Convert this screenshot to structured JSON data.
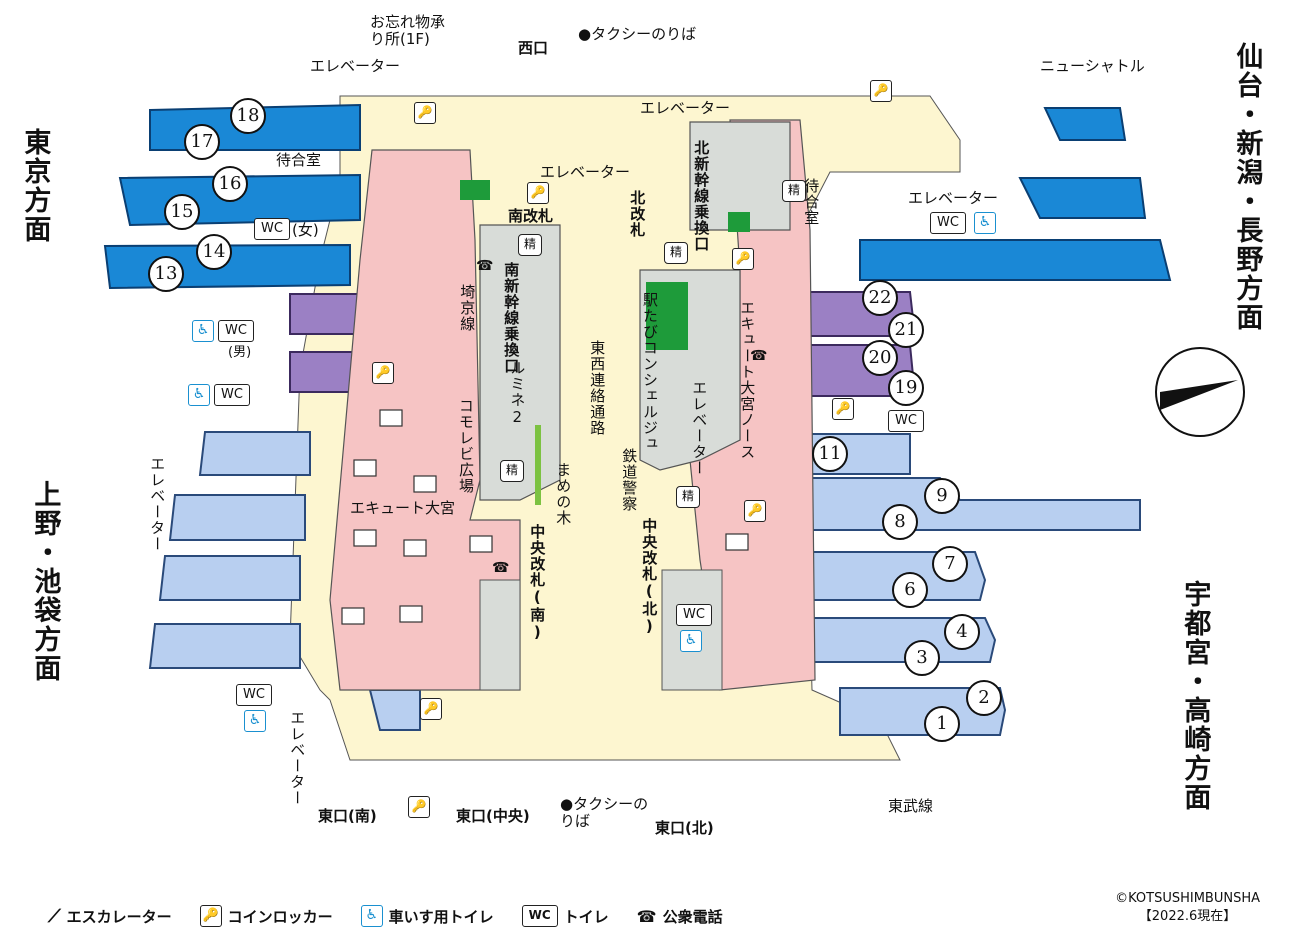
{
  "directions": {
    "tokyo": "東京方面",
    "ueno": "上野・池袋方面",
    "sendai": "仙台・新潟・長野方面",
    "utsunomiya": "宇都宮・高崎方面"
  },
  "exits": {
    "west": "西口",
    "east_south": "東口(南)",
    "east_center": "東口(中央)",
    "east_north": "東口(北)"
  },
  "places": {
    "taxi_west": "●タクシーのりば",
    "taxi_east": "●タクシーのりば",
    "lost_found": "お忘れ物承り所(1F)",
    "new_shuttle": "ニューシャトル",
    "waiting_room_w": "待合室",
    "waiting_room_e": "待合室",
    "wc_female": "(女)",
    "wc_male": "(男)",
    "south_gate": "南改札",
    "south_shinkansen": "南新幹線乗換口",
    "north_shinkansen": "北新幹線乗換口",
    "north_gate": "北改札",
    "saikyo": "埼京線",
    "lumine": "ルミネ2",
    "komorebi": "コモレビ広場",
    "ekiyute_omiya": "エキュート大宮",
    "ekiyute_north": "エキュート大宮ノース",
    "concierge": "駅たびコンシェルジュ",
    "east_west_passage": "東西連絡通路",
    "mame_tree": "まめの木",
    "central_gate_s": "中央改札(南)",
    "central_gate_n": "中央改札(北)",
    "police": "鉄道警察",
    "tobu": "東武線",
    "elevator": "エレベーター"
  },
  "platforms": {
    "left_upper": [
      "18",
      "17",
      "16",
      "15",
      "14",
      "13"
    ],
    "left_lower": [],
    "right_upper": [
      "22",
      "21",
      "20",
      "19"
    ],
    "right_lower": [
      "11",
      "9",
      "8",
      "7",
      "6",
      "4",
      "3",
      "2",
      "1"
    ]
  },
  "legend": {
    "escalator": "エスカレーター",
    "locker": "コインロッカー",
    "accessible_toilet": "車いす用トイレ",
    "toilet": "トイレ",
    "phone": "公衆電話"
  },
  "icons": {
    "wc": "WC",
    "accessible": "♿",
    "locker": "🔑",
    "seisan": "精",
    "phone": "☎"
  },
  "copyright": "©KOTSUSHIMBUNSHA",
  "date": "【2022.6現在】",
  "colors": {
    "shinkansen_track": "#1a88d6",
    "conventional_track": "#b8cff0",
    "saikyo_track": "#9b80c4",
    "concourse": "#fdf6d0",
    "ekiyute": "#f6c4c4",
    "building": "#d8dcd8",
    "green_ticket": "#1e9b3a",
    "elevator_pink": "#f4b8d8"
  }
}
